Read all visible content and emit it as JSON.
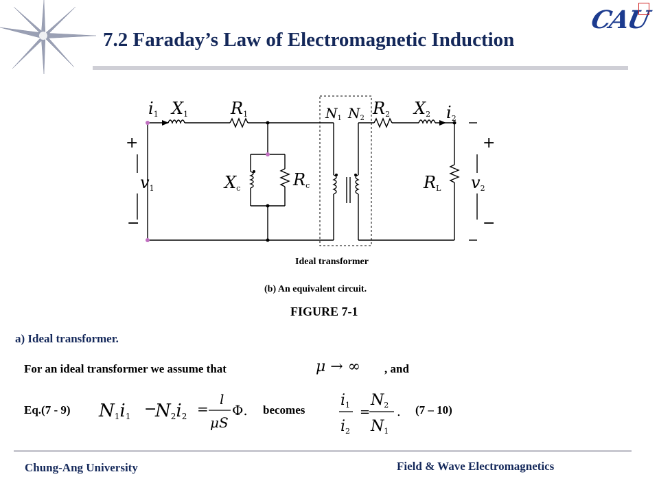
{
  "slide": {
    "title": "7.2 Faraday’s Law of Electromagnetic Induction",
    "logo_text": "CAU"
  },
  "figure": {
    "labels": {
      "i1": "i",
      "i1_sub": "1",
      "X1": "X",
      "X1_sub": "1",
      "R1": "R",
      "R1_sub": "1",
      "N1": "N",
      "N1_sub": "1",
      "N2": "N",
      "N2_sub": "2",
      "R2": "R",
      "R2_sub": "2",
      "X2": "X",
      "X2_sub": "2",
      "i2": "i",
      "i2_sub": "2",
      "v1": "v",
      "v1_sub": "1",
      "v2": "v",
      "v2_sub": "2",
      "Xc": "X",
      "Xc_sub": "c",
      "Rc": "R",
      "Rc_sub": "c",
      "RL": "R",
      "RL_sub": "L",
      "plus": "+",
      "minus": "−"
    },
    "caption_ideal": "Ideal transformer",
    "caption_equivalent": "(b) An equivalent circuit.",
    "figure_number": "FIGURE 7-1"
  },
  "content": {
    "section_a": "a) Ideal transformer.",
    "assume_text": "For an ideal transformer we assume that",
    "assume_math": "μ → ∞",
    "and_text": ", and",
    "eq_ref": "Eq.(7 - 9)",
    "eq_lhs": "N",
    "eq_sub1": "1",
    "eq_i": "i",
    "eq_minus": "−",
    "eq_sub2": "2",
    "eq_equals": "=",
    "eq_num": "l",
    "eq_den": "μS",
    "eq_phi": "Φ.",
    "becomes": "becomes",
    "result_equals": "=",
    "result_dot": ".",
    "eq_number": "(7 – 10)"
  },
  "footer": {
    "left": "Chung-Ang University",
    "right": "Field & Wave Electromagnetics"
  }
}
